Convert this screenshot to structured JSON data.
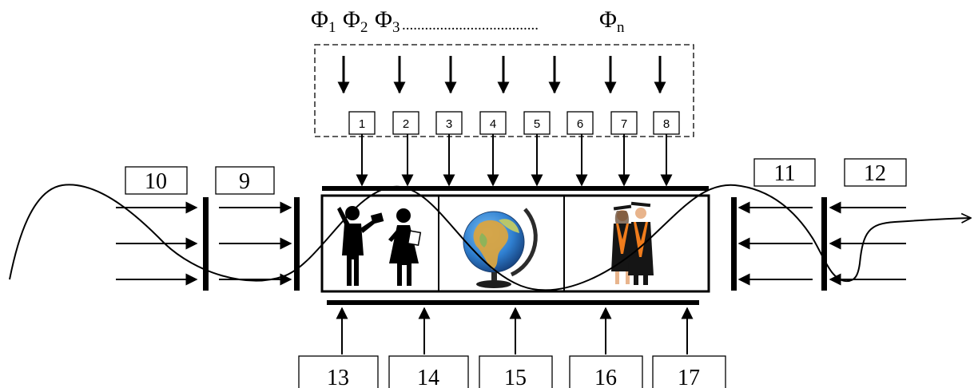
{
  "header": {
    "phi_symbol": "Φ",
    "factors": [
      {
        "sub": "1"
      },
      {
        "sub": "2"
      },
      {
        "sub": "3"
      },
      {
        "sub": "n"
      }
    ],
    "dots": "...................................."
  },
  "top_boxes": [
    "1",
    "2",
    "3",
    "4",
    "5",
    "6",
    "7",
    "8"
  ],
  "side_boxes": {
    "left_outer": "10",
    "left_inner": "9",
    "right_inner": "11",
    "right_outer": "12"
  },
  "bottom_boxes": [
    "13",
    "14",
    "15",
    "16",
    "17"
  ],
  "panels": [
    {
      "icon": "teacher-student-icon"
    },
    {
      "icon": "globe-icon"
    },
    {
      "icon": "graduates-icon"
    }
  ],
  "colors": {
    "stroke": "#000000",
    "globe_ocean": "#2f7fd0",
    "globe_land": "#d9a441",
    "globe_stand": "#2b2b2b",
    "gown": "#151515",
    "stole": "#f07c1c",
    "skin": "#e8b48c"
  }
}
